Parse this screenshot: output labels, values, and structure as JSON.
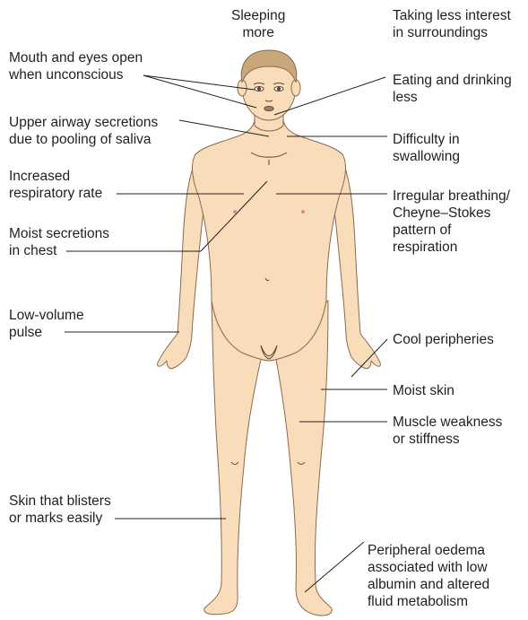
{
  "labels": {
    "sleeping": [
      "Sleeping",
      "more"
    ],
    "surroundings": [
      "Taking less interest",
      "in surroundings"
    ],
    "mouth_eyes": [
      "Mouth and eyes open",
      "when unconscious"
    ],
    "eating": [
      "Eating and drinking",
      "less"
    ],
    "airway": [
      "Upper airway secretions",
      "due to pooling of saliva"
    ],
    "swallowing": [
      "Difficulty in",
      "swallowing"
    ],
    "resp_rate": [
      "Increased",
      "respiratory rate"
    ],
    "breathing": [
      "Irregular breathing/",
      "Cheyne–Stokes",
      "pattern of",
      "respiration"
    ],
    "moist_secretions": [
      "Moist secretions",
      "in chest"
    ],
    "pulse": [
      "Low-volume",
      "pulse"
    ],
    "cool": [
      "Cool peripheries"
    ],
    "moist_skin": [
      "Moist skin"
    ],
    "muscle": [
      "Muscle weakness",
      "or stiffness"
    ],
    "skin_blisters": [
      "Skin that blisters",
      "or marks easily"
    ],
    "oedema": [
      "Peripheral oedema",
      "associated with low",
      "albumin and altered",
      "fluid metabolism"
    ]
  },
  "colors": {
    "skin": "#f9dcb9",
    "skin_outline": "#8a6a4f",
    "hair": "#c9a77c",
    "leader_line": "#231f20",
    "text": "#231f20"
  }
}
